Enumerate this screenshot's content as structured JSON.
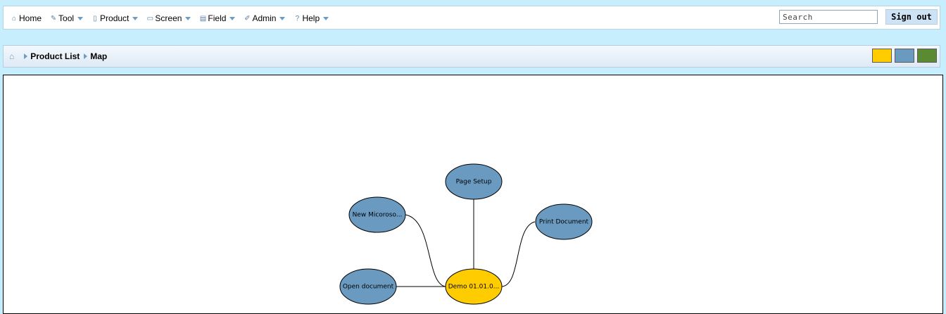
{
  "menu": {
    "items": [
      {
        "label": "Home",
        "icon": "home-icon",
        "caret": false
      },
      {
        "label": "Tool",
        "icon": "wrench-icon",
        "caret": true
      },
      {
        "label": "Product",
        "icon": "document-icon",
        "caret": true
      },
      {
        "label": "Screen",
        "icon": "image-icon",
        "caret": true
      },
      {
        "label": "Field",
        "icon": "field-icon",
        "caret": true
      },
      {
        "label": "Admin",
        "icon": "pencil-icon",
        "caret": true
      },
      {
        "label": "Help",
        "icon": "question-icon",
        "caret": true
      }
    ]
  },
  "search": {
    "placeholder": "Search"
  },
  "signout": {
    "label": "Sign out"
  },
  "breadcrumb": {
    "items": [
      "Product List",
      "Map"
    ]
  },
  "swatches": [
    "#ffcc00",
    "#6a9ac0",
    "#5a8a32"
  ],
  "map": {
    "center": {
      "label": "Demo 01.01.0...",
      "color": "#ffcc00"
    },
    "nodes": [
      {
        "label": "Page Setup",
        "color": "#6a9ac0"
      },
      {
        "label": "New Micoroso...",
        "color": "#6a9ac0"
      },
      {
        "label": "Print Document",
        "color": "#6a9ac0"
      },
      {
        "label": "Open document",
        "color": "#6a9ac0"
      }
    ]
  }
}
